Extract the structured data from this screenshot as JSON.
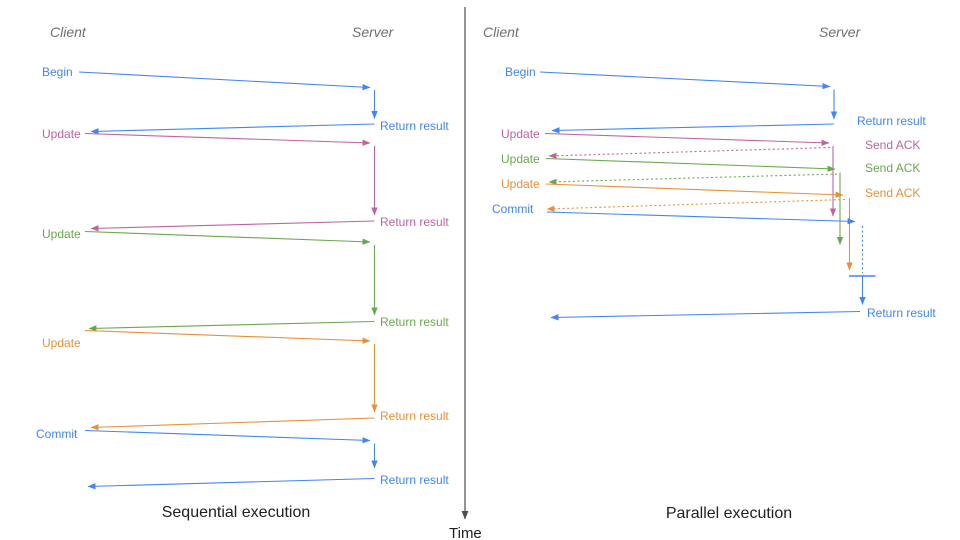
{
  "colors": {
    "blue": "#4285f4",
    "pink": "#c0649e",
    "green": "#6aa84f",
    "orange": "#e69138",
    "heading": "#707070",
    "title": "#212121",
    "axis": "#4d4d4d"
  },
  "axis": {
    "label": "Time"
  },
  "panels": {
    "sequential": {
      "title": "Sequential execution",
      "client": "Client",
      "server": "Server",
      "rows": [
        {
          "request": "Begin",
          "response": "Return result"
        },
        {
          "request": "Update",
          "response": "Return result"
        },
        {
          "request": "Update",
          "response": "Return result"
        },
        {
          "request": "Update",
          "response": "Return result"
        },
        {
          "request": "Commit",
          "response": "Return result"
        }
      ]
    },
    "parallel": {
      "title": "Parallel execution",
      "client": "Client",
      "server": "Server",
      "rows": [
        {
          "request": "Begin",
          "response": "Return result"
        },
        {
          "request": "Update",
          "response": "Send ACK"
        },
        {
          "request": "Update",
          "response": "Send ACK"
        },
        {
          "request": "Update",
          "response": "Send ACK"
        },
        {
          "request": "Commit",
          "response": "Return result"
        }
      ]
    }
  }
}
